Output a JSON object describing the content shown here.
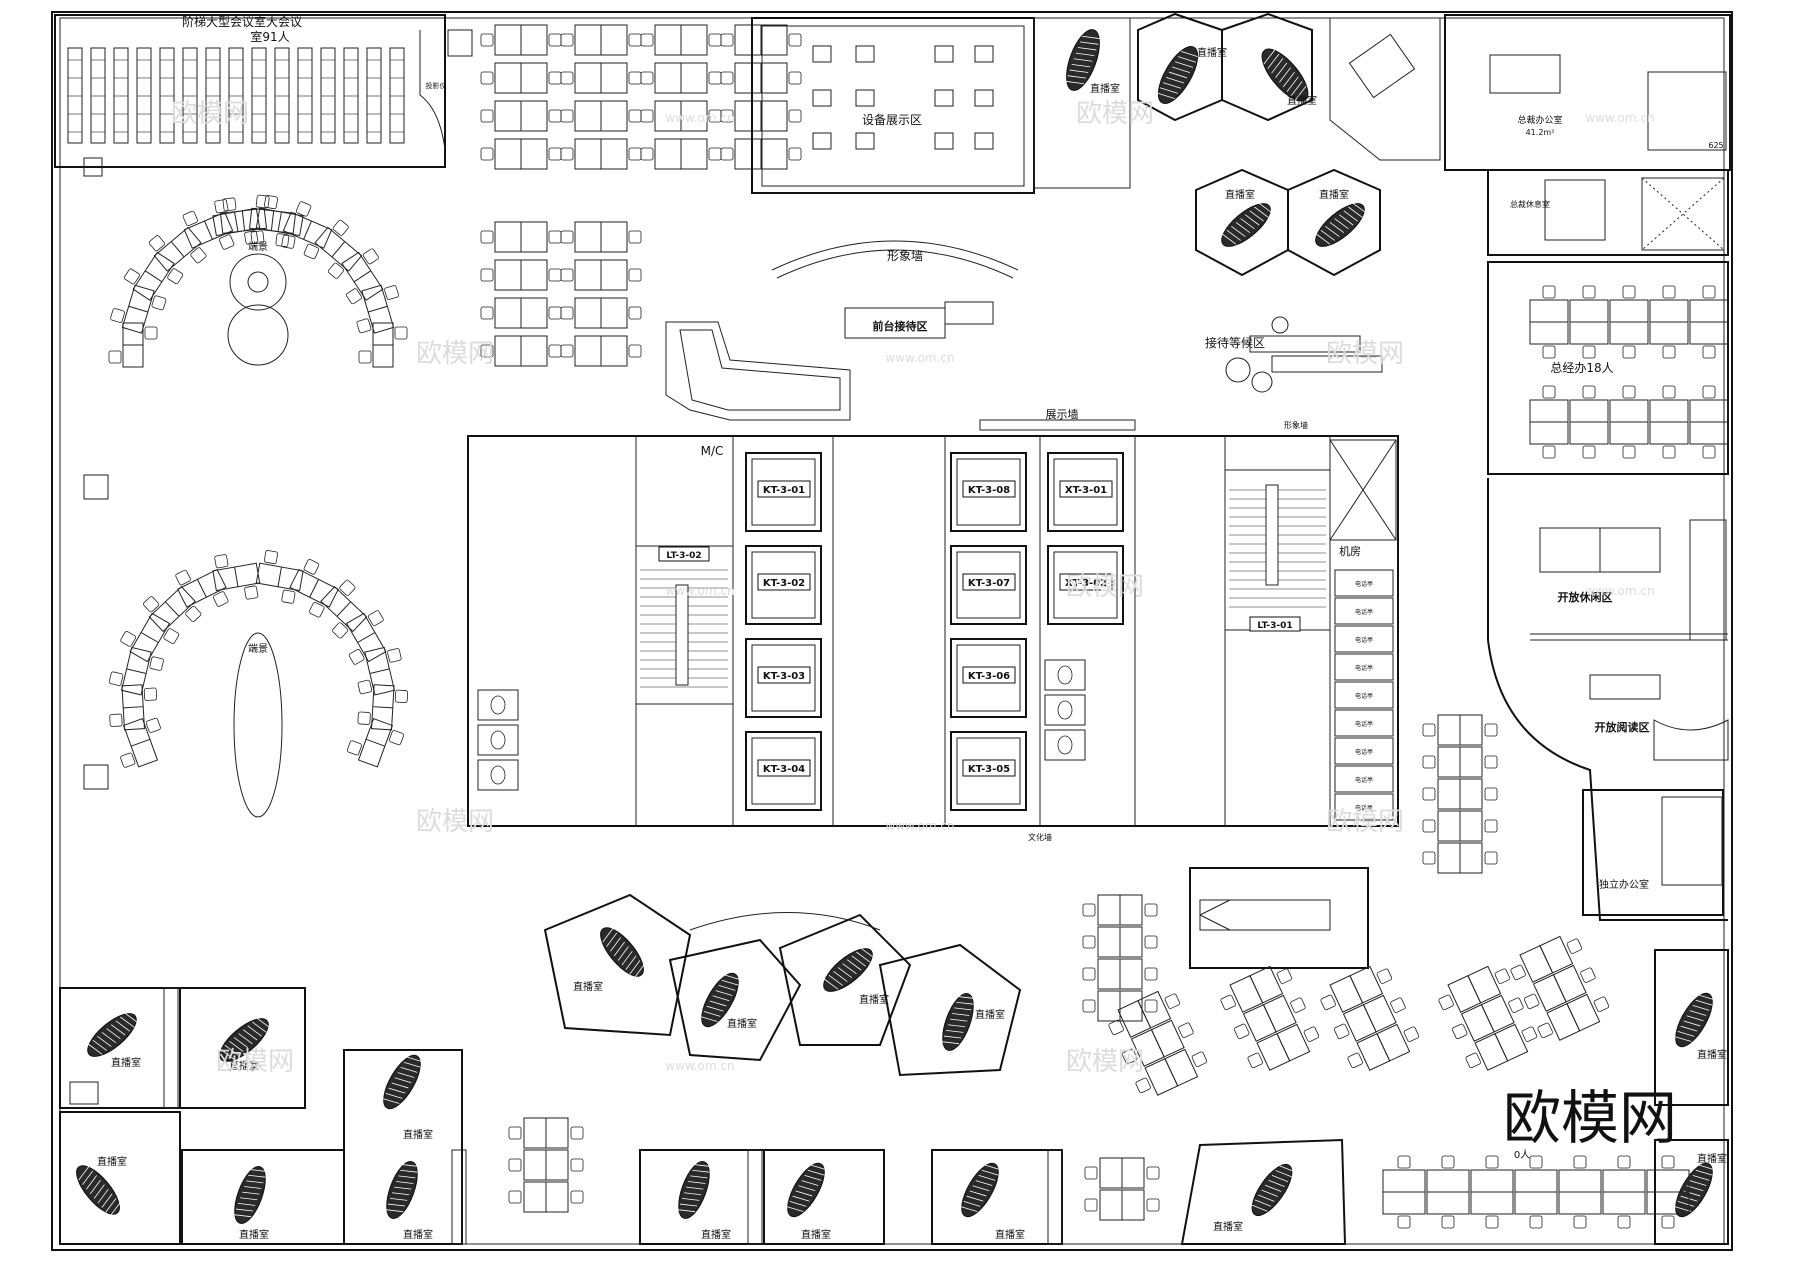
{
  "brand": {
    "watermark": "欧模网",
    "url_mark": "www.om.cn",
    "watermark_small": "欧模网"
  },
  "colors": {
    "line": "#111111",
    "paper": "#ffffff",
    "watermark": "#dcdcdc"
  },
  "rooms": {
    "auditorium_line1": "阶梯大型会议室大会议",
    "auditorium_line2": "室91人",
    "projector": "投影仪",
    "equipment": "设备展示区",
    "image_wall": "形象墙",
    "reception": "前台接待区",
    "waiting": "接待等候区",
    "display_wall": "展示墙",
    "image_wall_small": "形象墙",
    "culture_wall": "文化墙",
    "landscape": "端景",
    "live_room": "直播室",
    "ceo_office": "总裁办公室",
    "ceo_office_area": "41.2m²",
    "ceo_rest": "总裁休息室",
    "gm_office": "总经办18人",
    "leisure": "开放休闲区",
    "reading": "开放阅读区",
    "private_office": "独立办公室",
    "machine_room": "机房",
    "mc": "M/C",
    "phone_room": "电话亭",
    "dim_625": "625",
    "bottom_partial": "0人"
  },
  "tags": {
    "kt_left": [
      "KT-3-01",
      "KT-3-02",
      "KT-3-03",
      "KT-3-04"
    ],
    "kt_right": [
      "KT-3-08",
      "KT-3-07",
      "KT-3-06",
      "KT-3-05"
    ],
    "xt": [
      "XT-3-01",
      "XT-3-02"
    ],
    "lt_left": "LT-3-02",
    "lt_right": "LT-3-01"
  }
}
